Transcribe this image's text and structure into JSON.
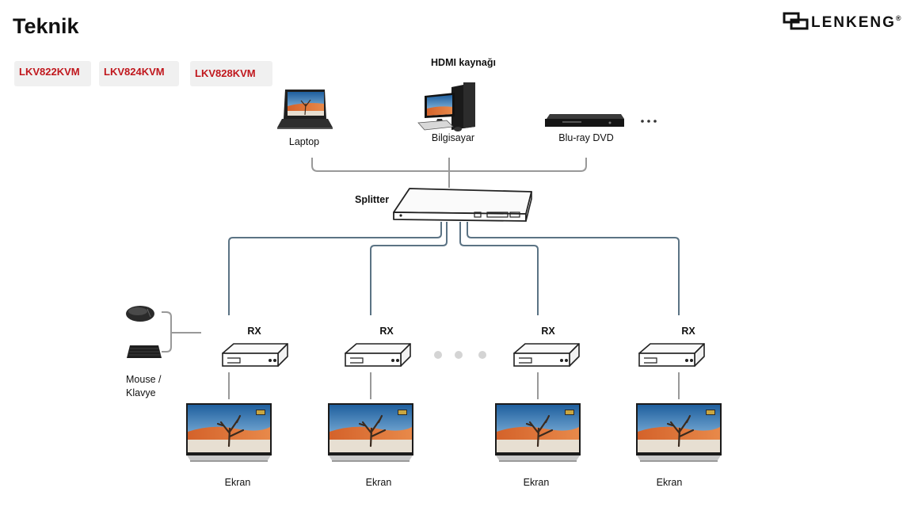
{
  "page": {
    "title": "Teknik"
  },
  "brand": {
    "name": "LENKENG",
    "reg_mark": "®"
  },
  "tabs": [
    {
      "label": "LKV822KVM"
    },
    {
      "label": "LKV824KVM"
    },
    {
      "label": "LKV828KVM"
    }
  ],
  "diagram": {
    "source_group_label": "HDMI kaynağı",
    "sources": [
      {
        "label": "Laptop",
        "icon": "laptop-icon"
      },
      {
        "label": "Bilgisayar",
        "icon": "desktop-computer-icon"
      },
      {
        "label": "Blu-ray DVD",
        "icon": "bluray-player-icon"
      }
    ],
    "more_sources": "···",
    "splitter_label": "Splitter",
    "receivers": [
      {
        "label": "RX",
        "screen_label": "Ekran"
      },
      {
        "label": "RX",
        "screen_label": "Ekran"
      },
      {
        "label": "RX",
        "screen_label": "Ekran"
      },
      {
        "label": "RX",
        "screen_label": "Ekran"
      }
    ],
    "peripherals_label_line1": "Mouse /",
    "peripherals_label_line2": "Klavye",
    "colors": {
      "cable_gray": "#999999",
      "cable_blue": "#5b7384",
      "brand_red": "#c0171d"
    }
  }
}
